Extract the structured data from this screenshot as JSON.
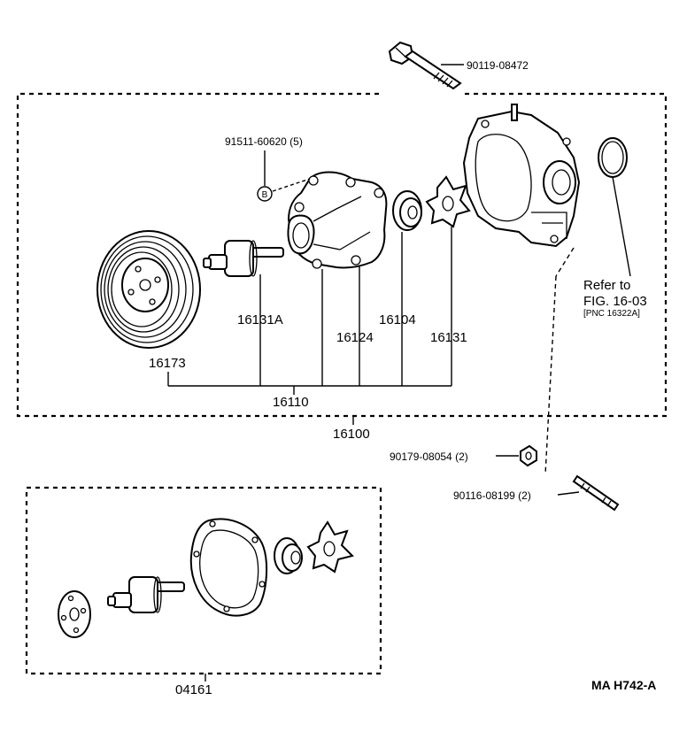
{
  "diagram": {
    "labels": {
      "bolt_top": "90119-08472",
      "bolt_b": "91511-60620 (5)",
      "b_marker": "B",
      "refer_line1": "Refer to",
      "refer_line2": "FIG. 16-03",
      "refer_line3": "[PNC 16322A]",
      "p16131A": "16131A",
      "p16124": "16124",
      "p16104": "16104",
      "p16131": "16131",
      "p16173": "16173",
      "p16110": "16110",
      "p16100": "16100",
      "nut": "90179-08054 (2)",
      "stud": "90116-08199 (2)",
      "kit": "04161",
      "code": "MA  H742-A"
    }
  }
}
